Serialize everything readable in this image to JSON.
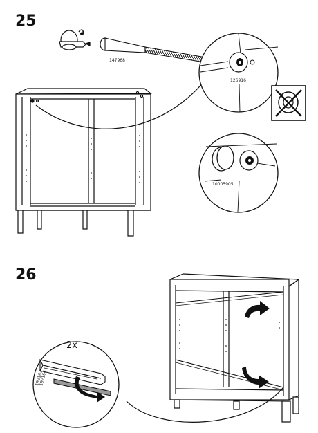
{
  "steps": [
    {
      "number": "25",
      "part_numbers": {
        "bolt": "147968",
        "washer": "126916",
        "cap": "10005905"
      }
    },
    {
      "number": "26",
      "quantity": "2x",
      "part_numbers": [
        "192163",
        "192166"
      ]
    }
  ],
  "icons": [
    "screwdriver-icon",
    "bolt-icon",
    "washer-icon",
    "cabinet-icon",
    "cap-icon",
    "prohibited-icon",
    "rotate-arrow-icon",
    "edge-strip-icon"
  ]
}
